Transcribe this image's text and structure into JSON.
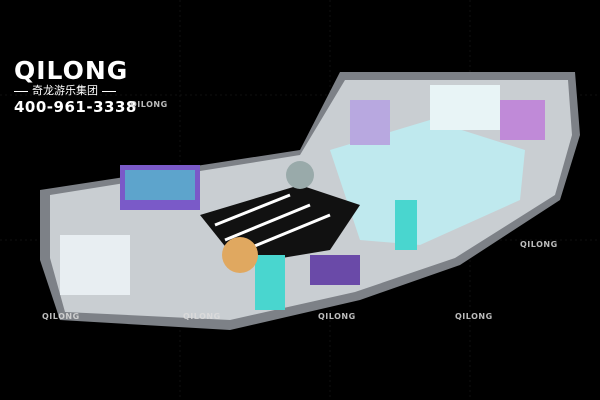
{
  "logo": {
    "brand": "QILONG",
    "subtitle": "奇龙游乐集团",
    "phone": "400-961-3338"
  },
  "watermarks": [
    "QILONG",
    "QILONG",
    "QILONG",
    "QILONG",
    "QILONG",
    "QILONG"
  ],
  "colors": {
    "background": "#000000",
    "floor": "#cfd4d8",
    "wall": "#8c9096",
    "teal": "#49d6cf",
    "purple": "#7a5ac8",
    "balls": "#bfe9ee"
  }
}
